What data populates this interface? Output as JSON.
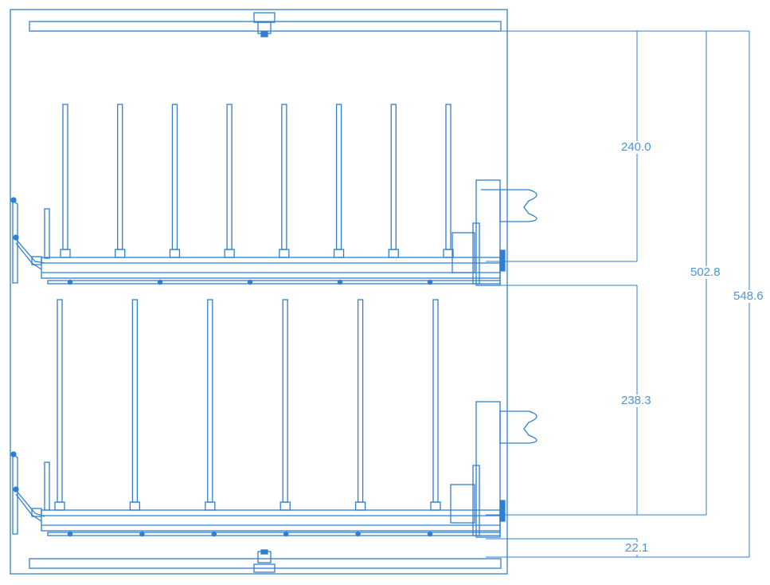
{
  "drawing": {
    "line_color": "#2f7fd0",
    "background": "#ffffff",
    "upper_tray": {
      "post_count": 8,
      "rail_dot_count": 5
    },
    "lower_tray": {
      "post_count": 6,
      "rail_dot_count": 6
    }
  },
  "dimensions": {
    "upper_spacing": "240.0",
    "lower_spacing": "238.3",
    "inner_height": "502.8",
    "overall_height": "548.6",
    "bottom_offset": "22.1"
  }
}
